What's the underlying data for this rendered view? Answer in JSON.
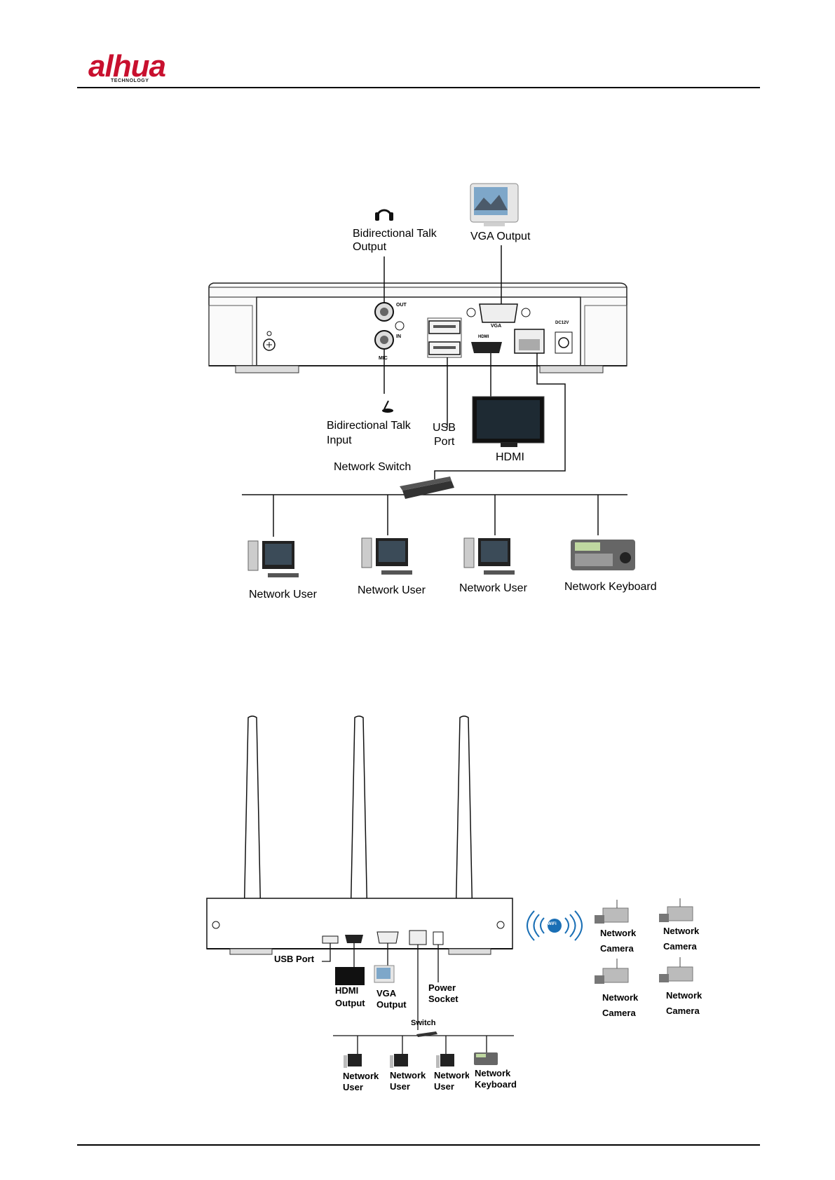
{
  "header": {
    "logo_text": "alhua",
    "logo_sub": "TECHNOLOGY"
  },
  "diagram1": {
    "bidirectional_talk_output": [
      "Bidirectional Talk",
      "Output"
    ],
    "vga_output": "VGA Output",
    "bidirectional_talk_input": [
      "Bidirectional Talk",
      "Input"
    ],
    "usb_port": [
      "USB",
      "Port"
    ],
    "hdmi": "HDMI",
    "network_switch": "Network Switch",
    "network_users": [
      "Network User",
      "Network User",
      "Network User"
    ],
    "network_keyboard": "Network Keyboard",
    "port_labels": {
      "out": "OUT",
      "in": "IN",
      "mic": "MIC",
      "vga": "VGA",
      "hdmi": "HDMI",
      "dc": "DC12V"
    }
  },
  "diagram2": {
    "usb_port": "USB Port",
    "hdmi_output": [
      "HDMI",
      "Output"
    ],
    "vga_output": [
      "VGA",
      "Output"
    ],
    "power_socket": [
      "Power",
      "Socket"
    ],
    "switch": "Switch",
    "network_users": [
      [
        "Network",
        "User"
      ],
      [
        "Network",
        "User"
      ],
      [
        "Network",
        "User"
      ]
    ],
    "network_keyboard": [
      "Network",
      "Keyboard"
    ],
    "network_cameras": [
      [
        "Network",
        "Camera"
      ],
      [
        "Network",
        "Camera"
      ],
      [
        "Network",
        "Camera"
      ],
      [
        "Network",
        "Camera"
      ]
    ],
    "wifi_badge": "WiFi"
  }
}
